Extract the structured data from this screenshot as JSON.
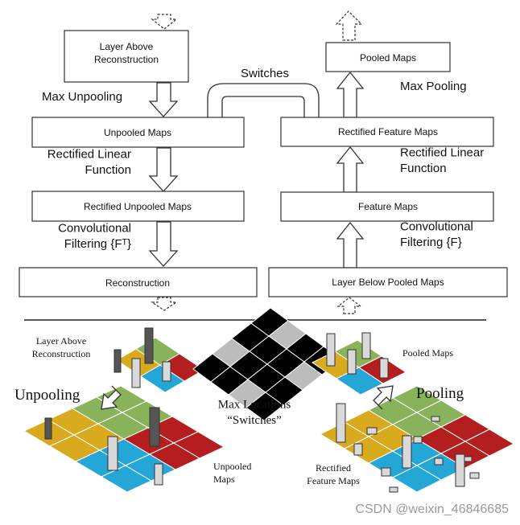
{
  "left_column": {
    "boxes": [
      "Layer Above\nReconstruction",
      "Unpooled Maps",
      "Rectified Unpooled Maps",
      "Reconstruction"
    ],
    "steps": [
      "Max Unpooling",
      "Rectified Linear\nFunction",
      "Convolutional\nFiltering {Fᵀ}"
    ]
  },
  "right_column": {
    "boxes": [
      "Pooled Maps",
      "Rectified Feature Maps",
      "Feature Maps",
      "Layer Below Pooled Maps"
    ],
    "steps": [
      "Max Pooling",
      "Rectified Linear\nFunction",
      "Convolutional\nFiltering {F}"
    ]
  },
  "switches_label": "Switches",
  "bottom": {
    "layer_above_label": "Layer Above\nReconstruction",
    "unpooling_label": "Unpooling",
    "unpooled_maps_label": "Unpooled\nMaps",
    "max_locations_label": "Max Locations\n“Switches”",
    "pooled_maps_label": "Pooled Maps",
    "pooling_label": "Pooling",
    "rectified_feature_maps_label": "Rectified\nFeature Maps"
  },
  "watermark": "CSDN @weixin_46846685",
  "colors": {
    "yellow": "#d9a91e",
    "green": "#88b35a",
    "blue": "#24a6d6",
    "red": "#b41e1e",
    "bar_dark": "#555555",
    "bar_light": "#d9d9d9"
  }
}
